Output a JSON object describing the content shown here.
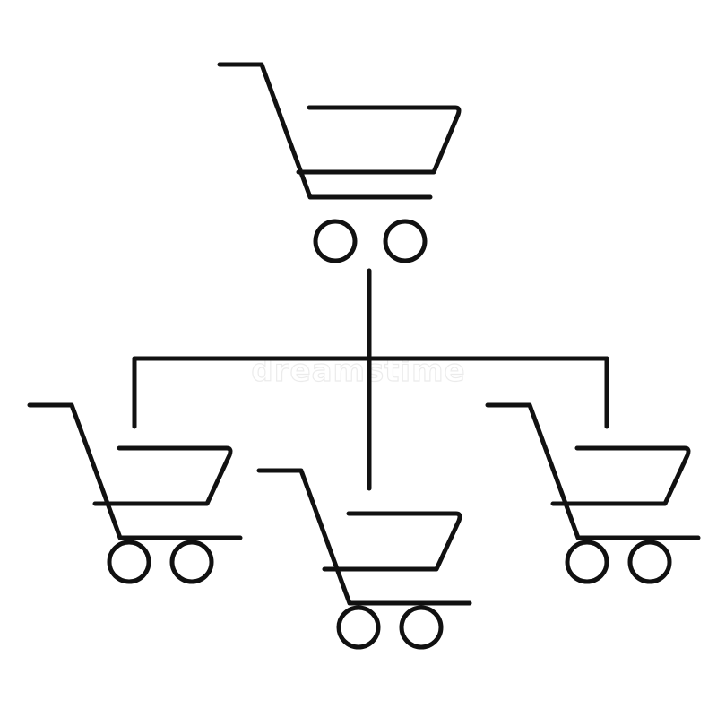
{
  "colors": {
    "stroke": "#111111",
    "background": "#ffffff",
    "watermark": "#c8c8c8"
  },
  "diagram": {
    "kind": "hierarchy",
    "root": {
      "icon": "shopping-cart-icon"
    },
    "children": [
      {
        "icon": "shopping-cart-icon",
        "position": "left"
      },
      {
        "icon": "shopping-cart-icon",
        "position": "center"
      },
      {
        "icon": "shopping-cart-icon",
        "position": "right"
      }
    ],
    "connector": "tree-branch-lines"
  },
  "watermark": {
    "text": "dreamstime"
  }
}
